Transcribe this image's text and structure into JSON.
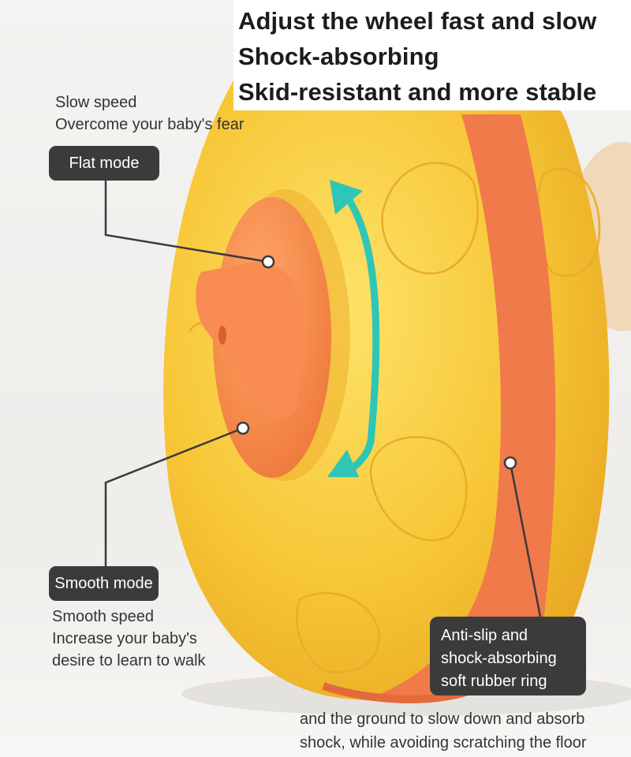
{
  "headline": {
    "line1": "Adjust the wheel fast and slow",
    "line2": "Shock-absorbing",
    "line3": "Skid-resistant and more stable"
  },
  "flat_mode": {
    "caption_line1": "Slow speed",
    "caption_line2": "Overcome your baby's fear",
    "label": "Flat mode"
  },
  "smooth_mode": {
    "label": "Smooth mode",
    "caption_line1": "Smooth speed",
    "caption_line2": "Increase your baby's",
    "caption_line3": "desire to learn to walk"
  },
  "ring": {
    "label_line1": "Anti-slip and",
    "label_line2": "shock-absorbing",
    "label_line3": "soft rubber ring"
  },
  "footer": {
    "line1": "and the ground to slow down and absorb",
    "line2": "shock, while avoiding scratching the floor"
  },
  "colors": {
    "wheel_yellow": "#f7c636",
    "hub_orange": "#f58a4e",
    "ring_orange": "#f07a4a",
    "arrow_teal": "#2ec6b7",
    "label_bg": "#3b3b3b"
  }
}
